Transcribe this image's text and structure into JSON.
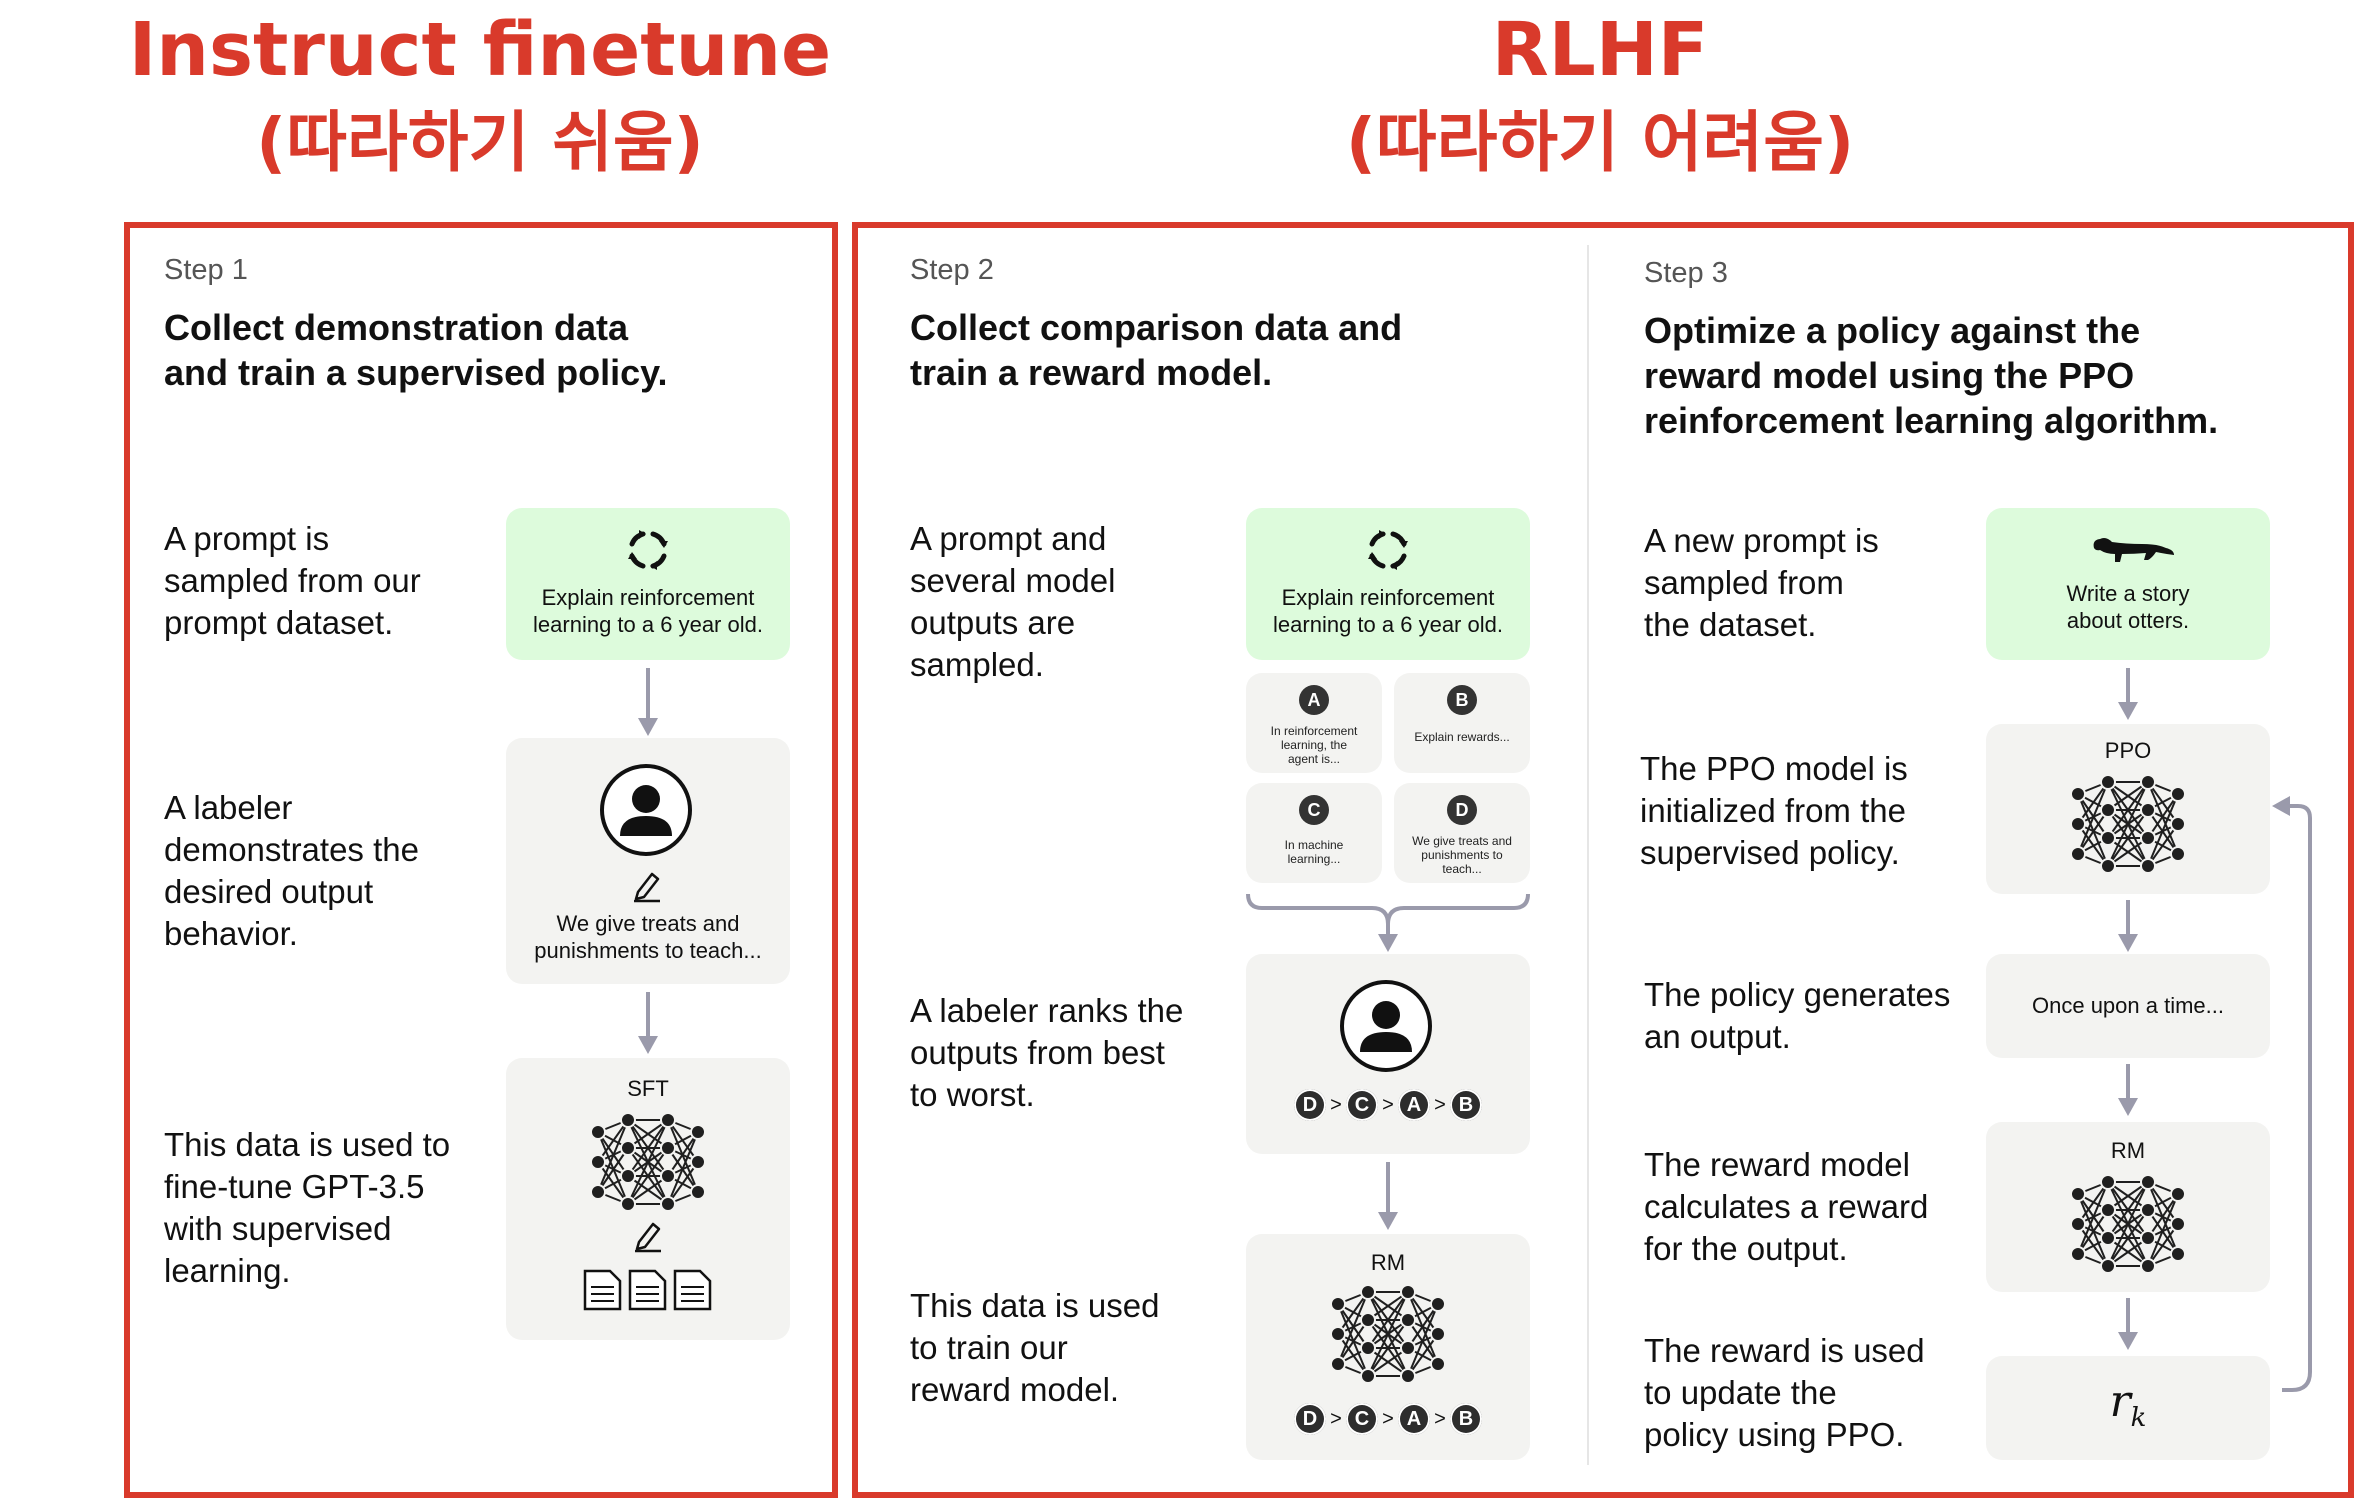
{
  "headings": {
    "left_title": "Instruct finetune",
    "left_subtitle": "(따라하기 쉬움)",
    "right_title": "RLHF",
    "right_subtitle": "(따라하기 어려움)"
  },
  "step1": {
    "step": "Step 1",
    "title_line1": "Collect demonstration data",
    "title_line2": "and train a supervised policy.",
    "desc1": [
      "A prompt is",
      "sampled from our",
      "prompt dataset."
    ],
    "prompt_line1": "Explain reinforcement",
    "prompt_line2": "learning to a 6 year old.",
    "desc2": [
      "A labeler",
      "demonstrates the",
      "desired output",
      "behavior."
    ],
    "demo_line1": "We give treats and",
    "demo_line2": "punishments to teach...",
    "desc3": [
      "This data is used to",
      "fine-tune GPT-3.5",
      "with supervised",
      "learning."
    ],
    "model_label": "SFT"
  },
  "step2": {
    "step": "Step 2",
    "title_line1": "Collect comparison data and",
    "title_line2": "train a reward model.",
    "desc1": [
      "A prompt and",
      "several model",
      "outputs are",
      "sampled."
    ],
    "prompt_line1": "Explain reinforcement",
    "prompt_line2": "learning to a 6 year old.",
    "outputs": [
      {
        "letter": "A",
        "lines": [
          "In reinforcement",
          "learning, the",
          "agent is..."
        ]
      },
      {
        "letter": "B",
        "lines": [
          "Explain rewards..."
        ]
      },
      {
        "letter": "C",
        "lines": [
          "In machine",
          "learning..."
        ]
      },
      {
        "letter": "D",
        "lines": [
          "We give treats and",
          "punishments to",
          "teach..."
        ]
      }
    ],
    "desc2": [
      "A labeler ranks the",
      "outputs from best",
      "to worst."
    ],
    "ranking": [
      "D",
      "C",
      "A",
      "B"
    ],
    "gt": ">",
    "desc3": [
      "This data is used",
      "to train our",
      "reward model."
    ],
    "model_label": "RM"
  },
  "step3": {
    "step": "Step 3",
    "title_line1": "Optimize a policy against the",
    "title_line2": "reward model using the PPO",
    "title_line3": "reinforcement learning algorithm.",
    "desc1": [
      "A new prompt is",
      "sampled from",
      "the dataset."
    ],
    "prompt_line1": "Write a story",
    "prompt_line2": "about otters.",
    "desc2": [
      "The PPO model is",
      "initialized from the",
      "supervised policy."
    ],
    "ppo_label": "PPO",
    "desc3": [
      "The policy generates",
      "an output."
    ],
    "output_text": "Once upon a time...",
    "desc4": [
      "The reward model",
      "calculates a reward",
      "for the output."
    ],
    "rm_label": "RM",
    "desc5": [
      "The reward is used",
      "to update the",
      "policy using PPO."
    ],
    "reward_symbol": "r",
    "reward_sub": "k"
  },
  "colors": {
    "accent_red": "#d93a2b",
    "prompt_green": "#ddfbdc",
    "box_gray": "#f3f3f1",
    "arrow": "#9a9aab",
    "node_dark": "#1f1f1f"
  }
}
